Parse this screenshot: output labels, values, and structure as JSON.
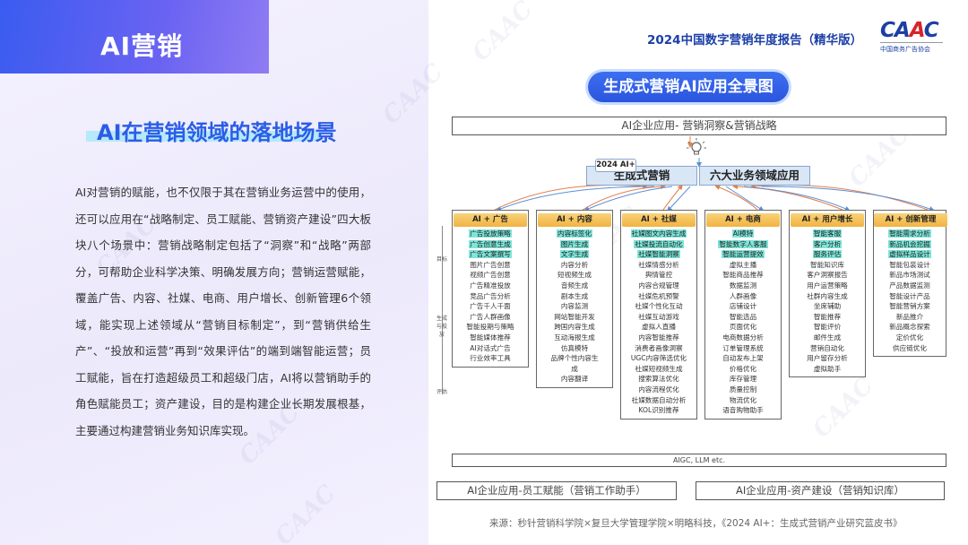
{
  "section_title": "AI营销",
  "subtitle": "AI在营销领域的落地场景",
  "body_text": "AI对营销的赋能，也不仅限于其在营销业务运营中的使用，还可以应用在“战略制定、员工赋能、营销资产建设”四大板块八个场景中：营销战略制定包括了“洞察”和“战略”两部分，可帮助企业科学决策、明确发展方向；营销运营赋能，覆盖广告、内容、社媒、电商、用户增长、创新管理6个领域，能实现上述领域从“营销目标制定”，到“营销供给生产”、“投放和运营”再到“效果评估”的端到端智能运营；员工赋能，旨在打造超级员工和超级门店，AI将以营销助手的角色赋能员工；资产建设，目的是构建企业长期发展根基，主要通过构建营销业务知识库实现。",
  "watermark": "CAAC",
  "report_title": "2024中国数字营销年度报告（精华版）",
  "logo": {
    "main_a": "CA",
    "main_b": "A",
    "main_c": "C",
    "sub": "中国商务广告协会"
  },
  "map_title": "生成式营销AI应用全景图",
  "top_bar": "AI企业应用- 营销洞察&营销战略",
  "ai_plus_tag": "2024 AI+",
  "gen_box": "生成式营销",
  "six_box": "六大业务领域应用",
  "axis": {
    "top": "目标",
    "mid": "生成与投放",
    "bottom": "评估"
  },
  "columns": [
    {
      "title": "AI + 广告",
      "items": [
        {
          "t": "广告投放策略",
          "hl": true
        },
        {
          "t": "广告创意生成",
          "hl": true
        },
        {
          "t": "广告文案撰写",
          "hl": true
        },
        {
          "t": "图片广告创意",
          "hl": false
        },
        {
          "t": "视频广告创意",
          "hl": false
        },
        {
          "t": "广告精准投放",
          "hl": false
        },
        {
          "t": "竞品广告分析",
          "hl": false
        },
        {
          "t": "广告千人千面",
          "hl": false
        },
        {
          "t": "广告人群画像",
          "hl": false
        },
        {
          "t": "智能投期与策略",
          "hl": false
        },
        {
          "t": "智能媒体推荐",
          "hl": false
        },
        {
          "t": "AI对话式广告",
          "hl": false
        },
        {
          "t": "行业效率工具",
          "hl": false
        }
      ]
    },
    {
      "title": "AI + 内容",
      "items": [
        {
          "t": "内容标签化",
          "hl": true
        },
        {
          "t": "图片生成",
          "hl": true
        },
        {
          "t": "文字生成",
          "hl": true
        },
        {
          "t": "内容分析",
          "hl": false
        },
        {
          "t": "短视频生成",
          "hl": false
        },
        {
          "t": "音频生成",
          "hl": false
        },
        {
          "t": "剧本生成",
          "hl": false
        },
        {
          "t": "内容监测",
          "hl": false
        },
        {
          "t": "网站智能开发",
          "hl": false
        },
        {
          "t": "跨国内容生成",
          "hl": false
        },
        {
          "t": "互动海报生成",
          "hl": false
        },
        {
          "t": "仿真模特",
          "hl": false
        },
        {
          "t": "品牌个性内容生",
          "hl": false
        },
        {
          "t": "成",
          "hl": false
        },
        {
          "t": "内容翻译",
          "hl": false
        }
      ]
    },
    {
      "title": "AI + 社媒",
      "items": [
        {
          "t": "社媒图文内容生成",
          "hl": true
        },
        {
          "t": "社媒投流自动化",
          "hl": true
        },
        {
          "t": "社媒智能洞察",
          "hl": true
        },
        {
          "t": "社媒情感分析",
          "hl": false
        },
        {
          "t": "舆情管控",
          "hl": false
        },
        {
          "t": "内容合规管理",
          "hl": false
        },
        {
          "t": "社媒危机预警",
          "hl": false
        },
        {
          "t": "社媒个性化互动",
          "hl": false
        },
        {
          "t": "社媒互动游戏",
          "hl": false
        },
        {
          "t": "虚拟人直播",
          "hl": false
        },
        {
          "t": "内容智能推荐",
          "hl": false
        },
        {
          "t": "消费者画像洞察",
          "hl": false
        },
        {
          "t": "UGC内容筛选优化",
          "hl": false
        },
        {
          "t": "社媒短视频生成",
          "hl": false
        },
        {
          "t": "搜索算法优化",
          "hl": false
        },
        {
          "t": "内容流程优化",
          "hl": false
        },
        {
          "t": "社媒数据自动分析",
          "hl": false
        },
        {
          "t": "KOL识别推荐",
          "hl": false
        }
      ]
    },
    {
      "title": "AI + 电商",
      "items": [
        {
          "t": "AI模特",
          "hl": true
        },
        {
          "t": "智能数字人客服",
          "hl": true
        },
        {
          "t": "智能运营提效",
          "hl": true
        },
        {
          "t": "虚拟主播",
          "hl": false
        },
        {
          "t": "智能商品推荐",
          "hl": false
        },
        {
          "t": "数据监测",
          "hl": false
        },
        {
          "t": "人群画像",
          "hl": false
        },
        {
          "t": "店铺设计",
          "hl": false
        },
        {
          "t": "智能选品",
          "hl": false
        },
        {
          "t": "页面优化",
          "hl": false
        },
        {
          "t": "电商数据分析",
          "hl": false
        },
        {
          "t": "订单管理系统",
          "hl": false
        },
        {
          "t": "自动发布上架",
          "hl": false
        },
        {
          "t": "价格优化",
          "hl": false
        },
        {
          "t": "库存管理",
          "hl": false
        },
        {
          "t": "质量控制",
          "hl": false
        },
        {
          "t": "物流优化",
          "hl": false
        },
        {
          "t": "语音购物助手",
          "hl": false
        }
      ]
    },
    {
      "title": "AI + 用户增长",
      "items": [
        {
          "t": "智能客服",
          "hl": true
        },
        {
          "t": "客户分析",
          "hl": true
        },
        {
          "t": "服务评估",
          "hl": true
        },
        {
          "t": "智能知识库",
          "hl": false
        },
        {
          "t": "客户洞察报告",
          "hl": false
        },
        {
          "t": "用户运营策略",
          "hl": false
        },
        {
          "t": "社群内容生成",
          "hl": false
        },
        {
          "t": "坐席辅助",
          "hl": false
        },
        {
          "t": "智能推荐",
          "hl": false
        },
        {
          "t": "智能评价",
          "hl": false
        },
        {
          "t": "邮件生成",
          "hl": false
        },
        {
          "t": "营销自动化",
          "hl": false
        },
        {
          "t": "用户留存分析",
          "hl": false
        },
        {
          "t": "虚拟助手",
          "hl": false
        }
      ]
    },
    {
      "title": "AI + 创新管理",
      "items": [
        {
          "t": "智能需求分析",
          "hl": true
        },
        {
          "t": "新品机会挖掘",
          "hl": true
        },
        {
          "t": "虚拟样品设计",
          "hl": true
        },
        {
          "t": "智能包装设计",
          "hl": false
        },
        {
          "t": "新品市场测试",
          "hl": false
        },
        {
          "t": "产品数据监测",
          "hl": false
        },
        {
          "t": "智能设计产品",
          "hl": false
        },
        {
          "t": "智能营销方案",
          "hl": false
        },
        {
          "t": "新品推介",
          "hl": false
        },
        {
          "t": "新品概念探索",
          "hl": false
        },
        {
          "t": "定价优化",
          "hl": false
        },
        {
          "t": "供应链优化",
          "hl": false
        }
      ]
    }
  ],
  "aigc_bar": "AIGC, LLM etc.",
  "bottom_left": "AI企业应用-员工赋能（营销工作助手）",
  "bottom_right": "AI企业应用-资产建设（营销知识库）",
  "source": "来源：秒针营销科学院×复旦大学管理学院×明略科技，《2024 AI+：生成式营销产业研究蓝皮书》"
}
